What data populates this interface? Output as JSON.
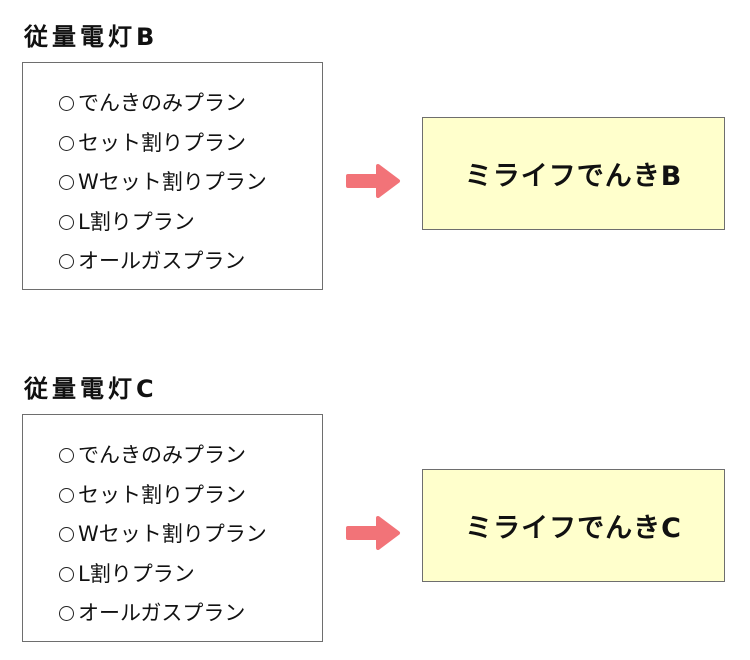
{
  "colors": {
    "arrow": "#f27378",
    "result_fill": "#ffffcc",
    "border": "#6e6e6e"
  },
  "groups": [
    {
      "title": "従量電灯B",
      "plans": [
        "でんきのみプラン",
        "セット割りプラン",
        "Wセット割りプラン",
        "L割りプラン",
        "オールガスプラン"
      ],
      "result": "ミライフでんきB"
    },
    {
      "title": "従量電灯C",
      "plans": [
        "でんきのみプラン",
        "セット割りプラン",
        "Wセット割りプラン",
        "L割りプラン",
        "オールガスプラン"
      ],
      "result": "ミライフでんきC"
    }
  ]
}
